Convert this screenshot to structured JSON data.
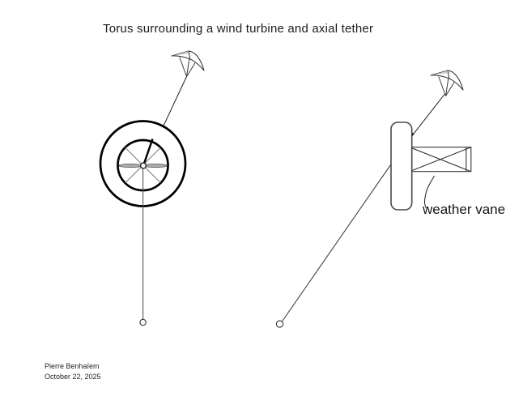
{
  "title": "Torus surrounding a wind turbine and axial tether",
  "labels": {
    "weather_vane": "weather vane"
  },
  "footer": {
    "author": "Pierre Benhaïem",
    "date": "October 22, 2025"
  },
  "colors": {
    "background": "#ffffff",
    "ink": "#1f1f1f",
    "torus_outline": "#000000",
    "spoke_gray": "#8a8a8a",
    "blade_gray": "#adadad",
    "tether_gray": "#555555"
  },
  "icons": {
    "front_kite": "kite-glider-icon",
    "side_kite": "kite-glider-icon",
    "vane_leader": "squiggle-leader-icon"
  }
}
